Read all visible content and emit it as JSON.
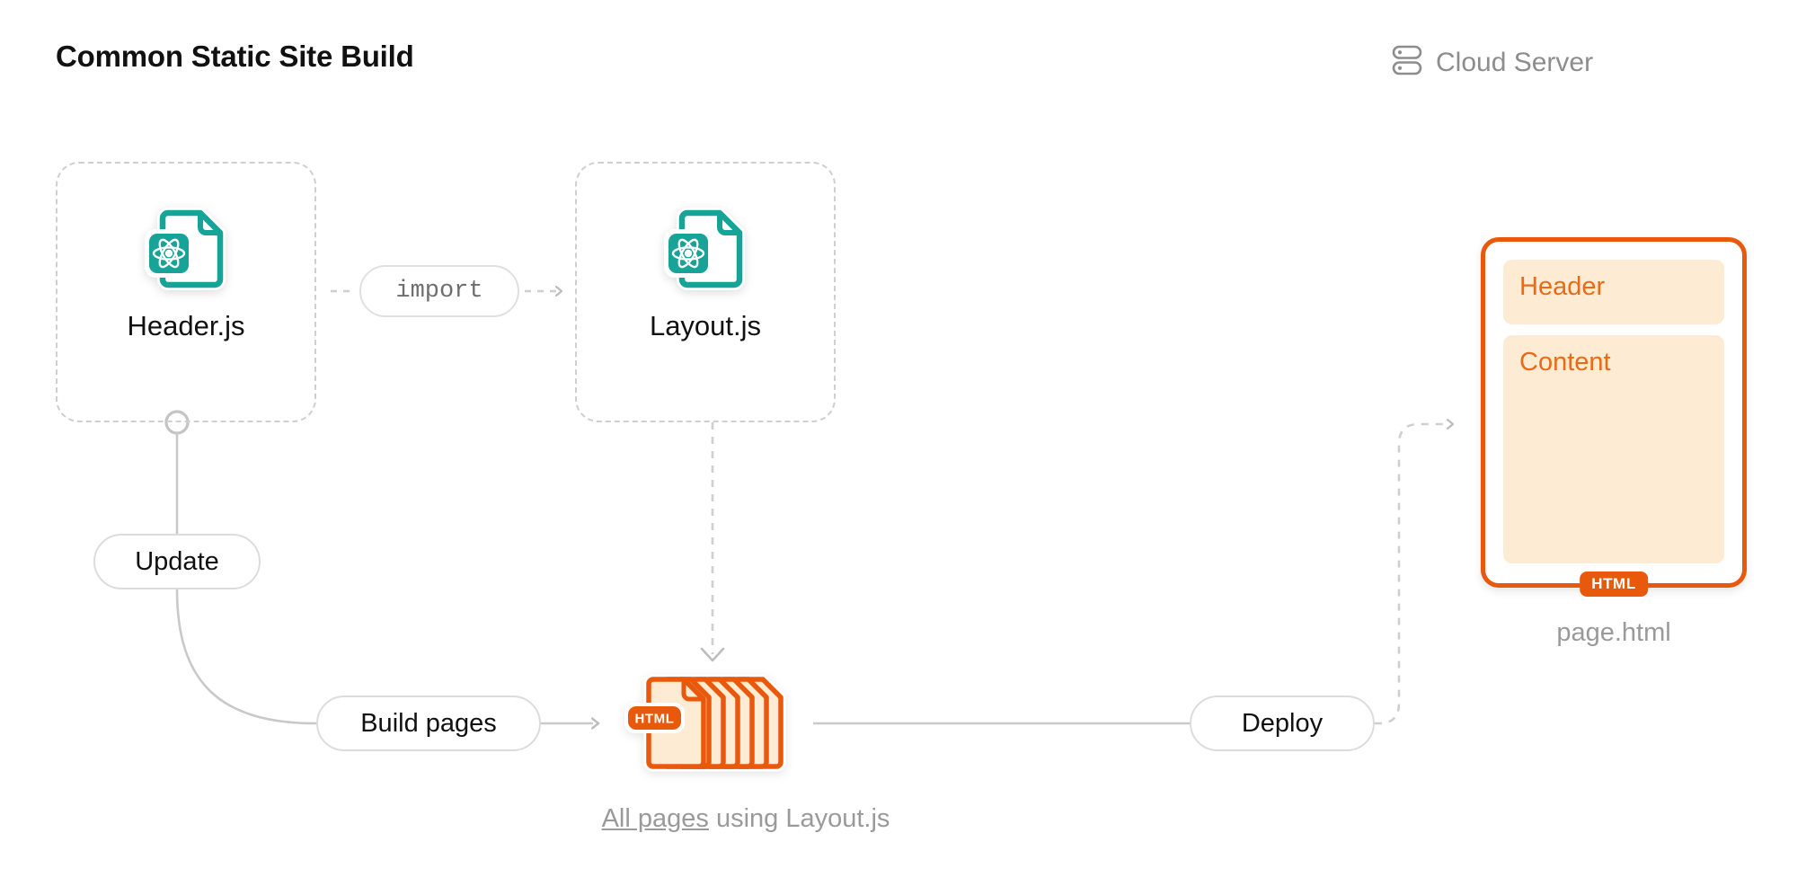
{
  "header": {
    "title": "Common Static Site Build",
    "badge": {
      "icon": "server-rack-icon",
      "label": "Cloud Server"
    }
  },
  "nodes": {
    "header_js": {
      "label": "Header.js",
      "icon": "react-file-icon"
    },
    "layout_js": {
      "label": "Layout.js",
      "icon": "react-file-icon"
    }
  },
  "edges": {
    "import_label": "import",
    "update_label": "Update",
    "build_label": "Build pages",
    "deploy_label": "Deploy"
  },
  "pages_stack": {
    "badge": "HTML",
    "caption_link": "All pages",
    "caption_rest": " using Layout.js"
  },
  "page_card": {
    "sections": [
      "Header",
      "Content"
    ],
    "badge": "HTML",
    "label": "page.html"
  },
  "colors": {
    "react_teal": "#17A398",
    "html_orange": "#E8590C",
    "html_orange_text": "#EA6A15",
    "cream": "#FDEBD3",
    "gray_line": "#cfcfcf",
    "gray_text": "#9a9a9a",
    "title_black": "#111111"
  }
}
